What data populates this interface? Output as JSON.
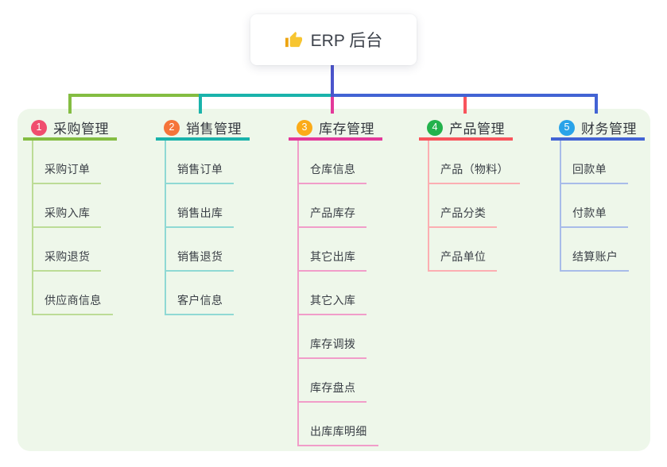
{
  "root": {
    "label": "ERP 后台",
    "icon": "thumbs-up"
  },
  "panel_color": "#eef7ea",
  "connector": {
    "root_line_color": "#4b54cc"
  },
  "branches": [
    {
      "num": "1",
      "label": "采购管理",
      "line_color": "#84bd42",
      "light_color": "#bcdc96",
      "badge_color": "#f04d6e",
      "children": [
        "采购订单",
        "采购入库",
        "采购退货",
        "供应商信息"
      ]
    },
    {
      "num": "2",
      "label": "销售管理",
      "line_color": "#1ab3ab",
      "light_color": "#8fd9d4",
      "badge_color": "#f5743a",
      "children": [
        "销售订单",
        "销售出库",
        "销售退货",
        "客户信息"
      ]
    },
    {
      "num": "3",
      "label": "库存管理",
      "line_color": "#e3399a",
      "light_color": "#f19dc9",
      "badge_color": "#fbab18",
      "children": [
        "仓库信息",
        "产品库存",
        "其它出库",
        "其它入库",
        "库存调拨",
        "库存盘点",
        "出库库明细"
      ]
    },
    {
      "num": "4",
      "label": "产品管理",
      "line_color": "#f8545c",
      "light_color": "#fcaeb2",
      "badge_color": "#23b24c",
      "children": [
        "产品（物料）",
        "产品分类",
        "产品单位"
      ]
    },
    {
      "num": "5",
      "label": "财务管理",
      "line_color": "#4263d4",
      "light_color": "#a8bce9",
      "badge_color": "#29a3e9",
      "children": [
        "回款单",
        "付款单",
        "结算账户"
      ]
    }
  ]
}
